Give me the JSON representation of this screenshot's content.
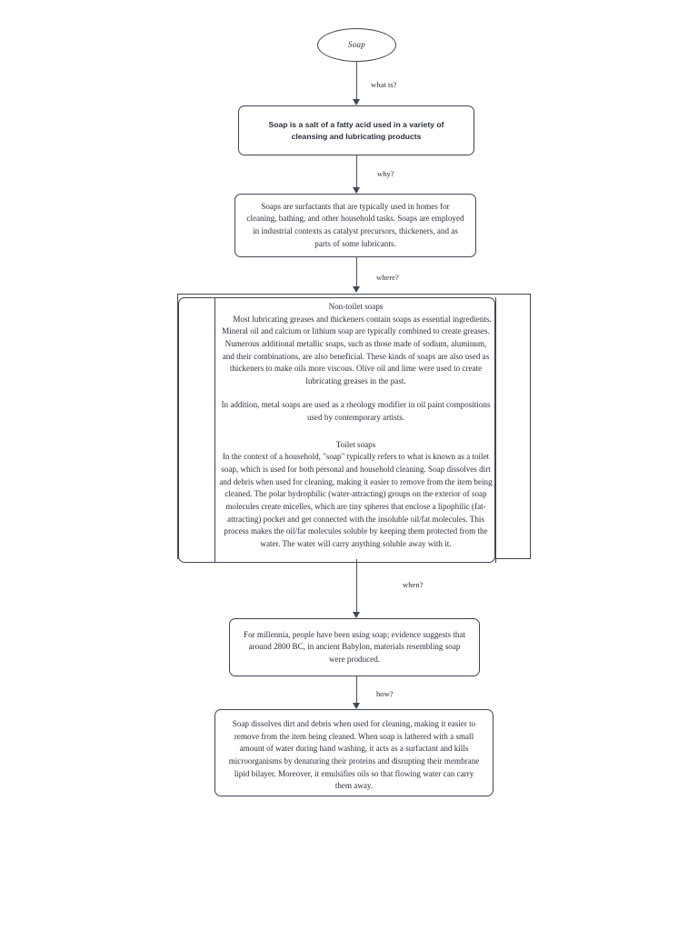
{
  "diagram": {
    "title": "Soap",
    "nodes": {
      "start": "Soap",
      "what": "Soap is a salt of a fatty acid used in a variety of cleansing and lubricating products",
      "why": "Soaps are surfactants that are typically used in homes for cleaning, bathing, and other household tasks. Soaps are employed in industrial contexts as catalyst precursors, thickeners, and as parts of some lubricants.",
      "where": {
        "section1_heading": "Non-toilet soaps",
        "section1_body": "Most lubricating greases and thickeners contain soaps as essential ingredients. Mineral oil and calcium or lithium soap are typically combined to create greases. Numerous additional metallic soaps, such as those made of sodium, aluminum, and their combinations, are also beneficial. These kinds of soaps are also used as thickeners to make oils more viscous. Olive oil and lime were used to create lubricating greases in the past.",
        "section1_note": "In addition, metal soaps are used as a rheology modifier in oil paint compositions used by contemporary artists.",
        "section2_heading": "Toilet soaps",
        "section2_body": "In the context of a household, \"soap\" typically refers to what is known as a toilet soap, which is used for both personal and household cleaning. Soap dissolves dirt and debris when used for cleaning, making it easier to remove from the item being cleaned. The polar hydrophilic (water-attracting) groups on the exterior of soap molecules create micelles, which are tiny spheres that enclose a lipophilic (fat-attracting) pocket and get connected with the insoluble oil/fat molecules. This process makes the oil/fat molecules soluble by keeping them protected from the water. The water will carry anything soluble away with it."
      },
      "when": "For millennia, people have been using soap; evidence suggests that around 2800 BC, in ancient Babylon, materials resembling soap were produced.",
      "how": "Soap dissolves dirt and debris when used for cleaning, making it easier to remove from the item being cleaned. When soap is lathered with a small amount of water during hand washing, it acts as a surfactant and kills microorganisms by denaturing their proteins and disrupting their membrane lipid bilayer. Moreover, it emulsifies oils so that flowing water can carry them away."
    },
    "edges": [
      {
        "label": "what is?"
      },
      {
        "label": "why?"
      },
      {
        "label": "where?"
      },
      {
        "label": "when?"
      },
      {
        "label": "how?"
      }
    ],
    "colors": {
      "stroke": "#3f4654",
      "text": "#2a2f3a",
      "background": "#ffffff"
    }
  }
}
